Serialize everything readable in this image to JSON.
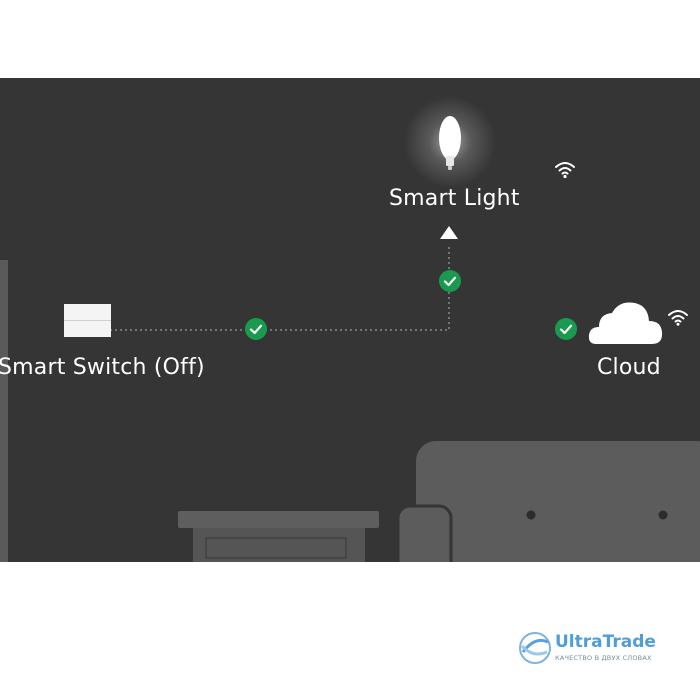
{
  "scene": {
    "smart_light_label": "Smart Light",
    "smart_switch_label": "Smart Switch (Off)",
    "cloud_label": "Cloud"
  },
  "colors": {
    "background": "#353535",
    "check_green": "#1a9a4e",
    "furniture": "#5c5c5c",
    "logo_blue": "#4f9ed8"
  },
  "icons": [
    "bulb-icon",
    "wifi-icon",
    "switch-icon",
    "cloud-icon",
    "check-icon",
    "arrow-up-icon"
  ],
  "watermark": {
    "name": "UltraTrade",
    "tagline": "КАЧЕСТВО В ДВУХ СЛОВАХ"
  }
}
